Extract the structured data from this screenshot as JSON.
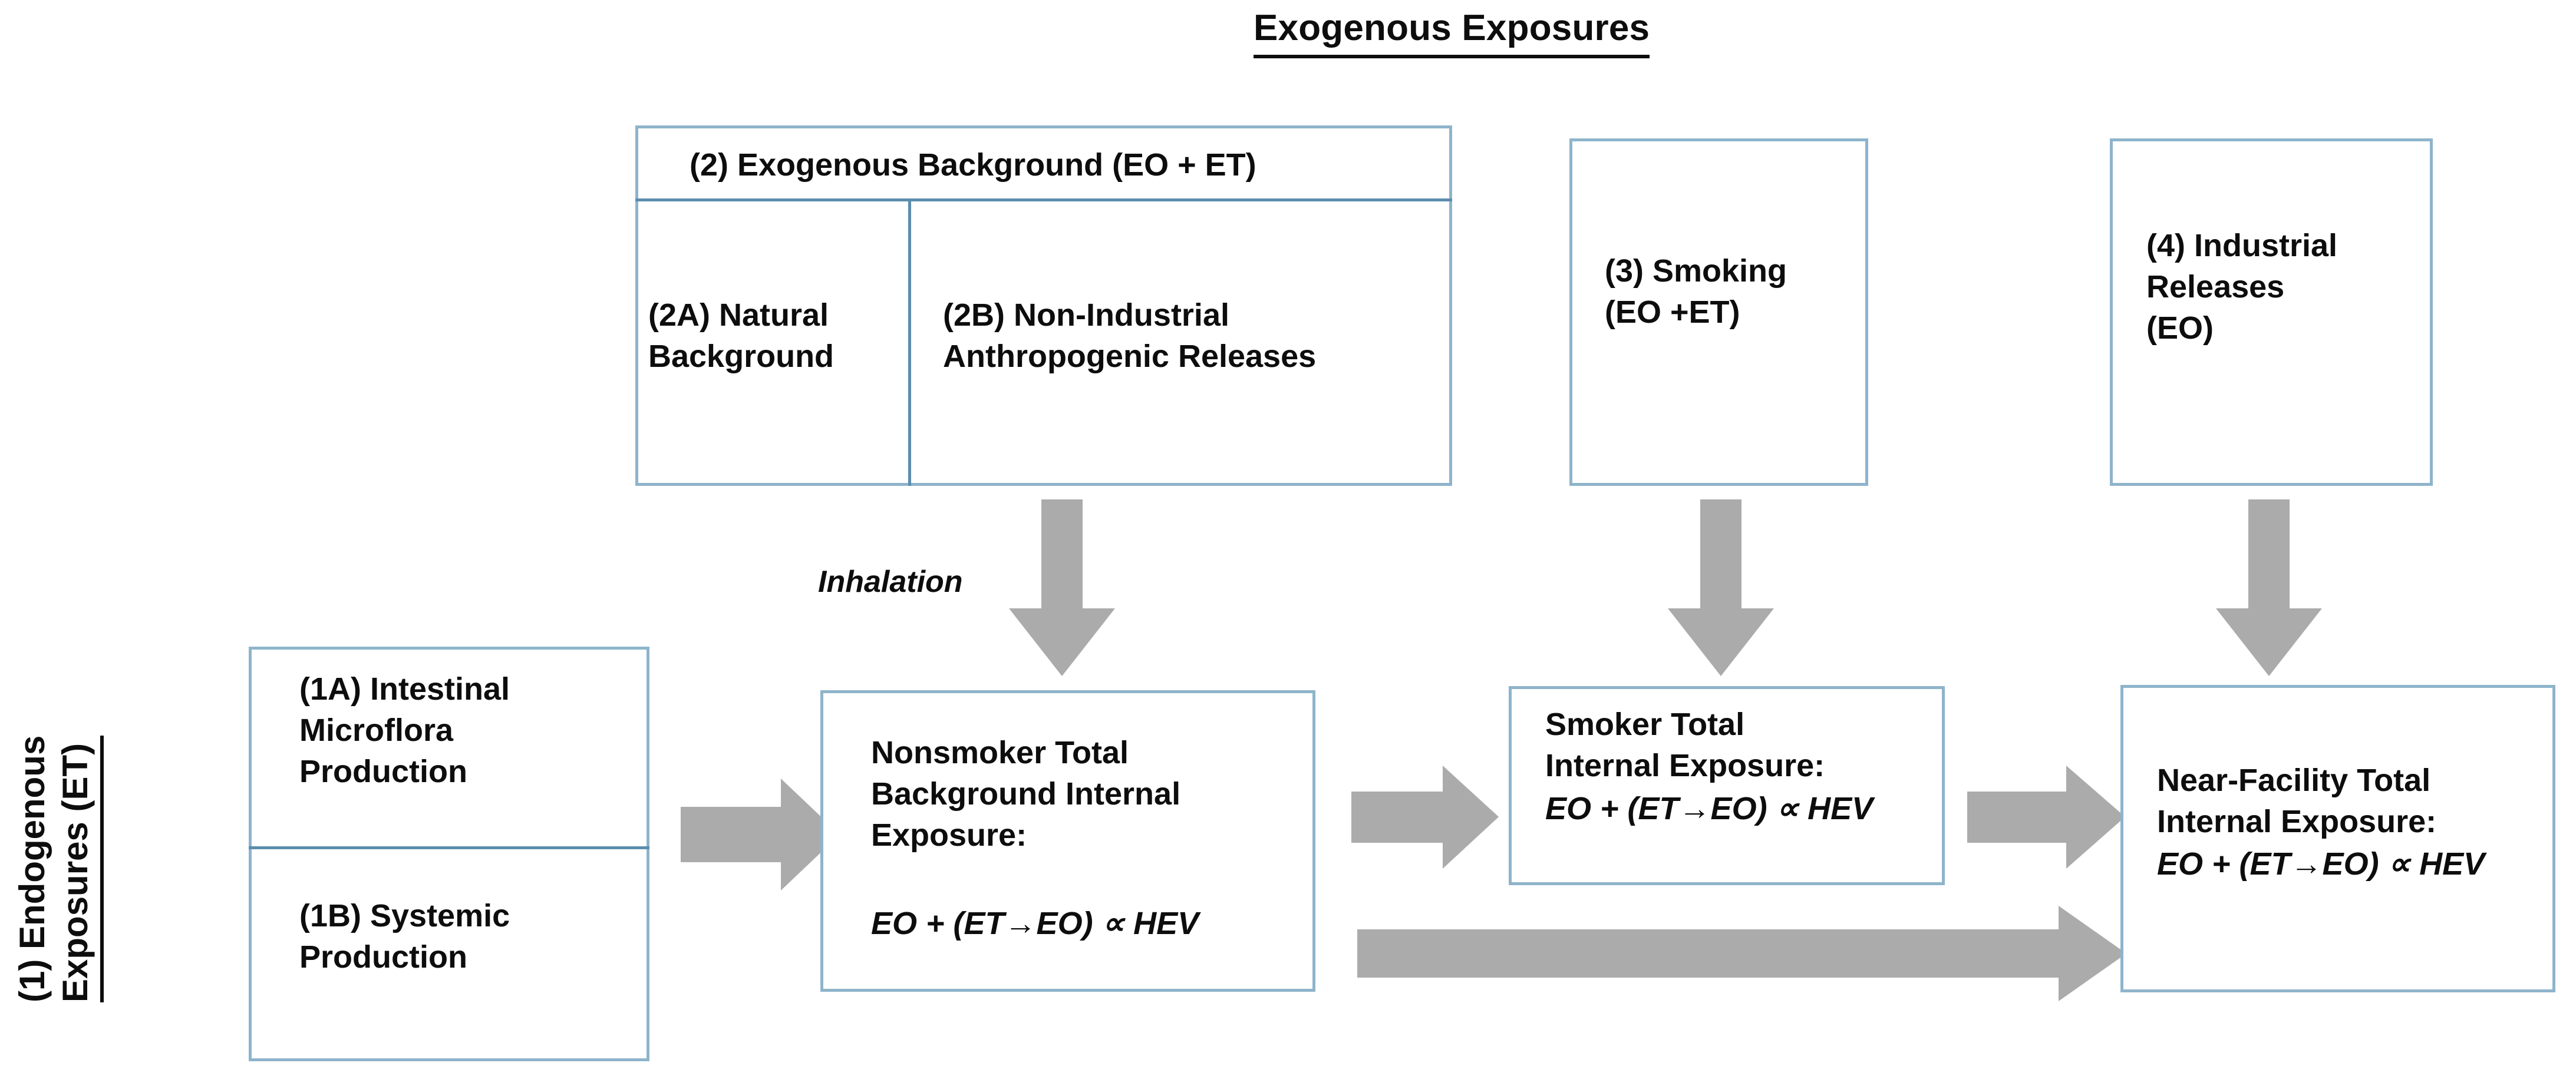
{
  "diagram": {
    "title": "Exogenous Exposures",
    "side_label": "(1) Endogenous\nExposures (ET)",
    "inhalation_label": "Inhalation",
    "colors": {
      "box_border": "#8EB4CB",
      "divider": "#5B8DAF",
      "arrow_fill": "#ABABAB",
      "text": "#0D0D0D"
    },
    "boxes": {
      "exogenous_background": {
        "header": "(2) Exogenous Background (EO + ET)",
        "natural_background": "(2A) Natural\nBackground",
        "non_industrial": "(2B) Non-Industrial\nAnthropogenic Releases"
      },
      "smoking": "(3) Smoking\n(EO +ET)",
      "industrial_releases": "(4) Industrial\nReleases\n(EO)",
      "intestinal_microflora": "(1A) Intestinal\nMicroflora\nProduction",
      "systemic_production": "(1B) Systemic\nProduction",
      "nonsmoker": {
        "label": "Nonsmoker Total\nBackground Internal\nExposure:",
        "formula": "EO + (ET→EO) ∝ HEV"
      },
      "smoker": {
        "label": "Smoker Total\nInternal Exposure:",
        "formula": "EO + (ET→EO) ∝ HEV"
      },
      "near_facility": {
        "label": "Near-Facility Total\nInternal Exposure:",
        "formula": "EO + (ET→EO) ∝ HEV"
      }
    },
    "arrows": [
      {
        "name": "inhalation-down-arrow",
        "direction": "down"
      },
      {
        "name": "smoking-down-arrow",
        "direction": "down"
      },
      {
        "name": "industrial-down-arrow",
        "direction": "down"
      },
      {
        "name": "endogenous-to-nonsmoker-arrow",
        "direction": "right"
      },
      {
        "name": "nonsmoker-to-smoker-arrow",
        "direction": "right"
      },
      {
        "name": "smoker-to-nearfacility-arrow",
        "direction": "right"
      },
      {
        "name": "nonsmoker-to-nearfacility-arrow",
        "direction": "right"
      }
    ]
  }
}
